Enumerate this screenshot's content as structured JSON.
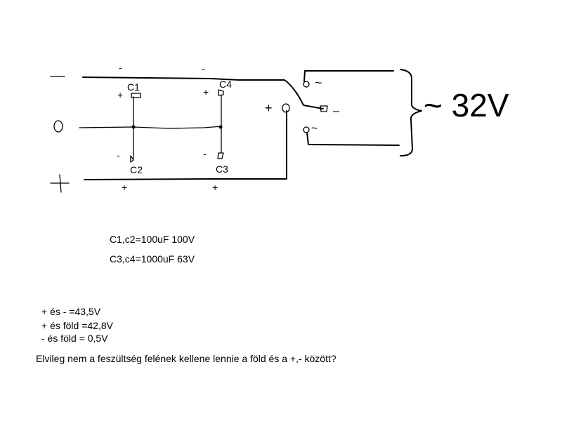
{
  "diagram": {
    "caps": {
      "c1": {
        "name": "C1",
        "top_sign": "+",
        "bottom_sign": "-"
      },
      "c2": {
        "name": "C2"
      },
      "c3": {
        "name": "C3",
        "bottom_sign": "-"
      },
      "c4": {
        "name": "C4",
        "top_sign": "+"
      }
    },
    "rails": {
      "minus_top_marks": [
        "-",
        "-"
      ],
      "plus_bottom_marks": [
        "+",
        "+"
      ],
      "left_symbols": [
        "—",
        "0",
        "+"
      ]
    },
    "rectifier": {
      "plus_mark": "+",
      "ac_top": "~",
      "minus_mark": "–",
      "ac_bottom": "~"
    },
    "source_label": "~ 32V"
  },
  "specs": [
    "C1,c2=100uF 100V",
    "C3,c4=1000uF 63V"
  ],
  "measurements": [
    "+ és -  =43,5V",
    "+ és föld =42,8V",
    "- és föld = 0,5V"
  ],
  "question": "Elvileg nem a feszültség felének kellene lennie a föld és a +,- között?"
}
